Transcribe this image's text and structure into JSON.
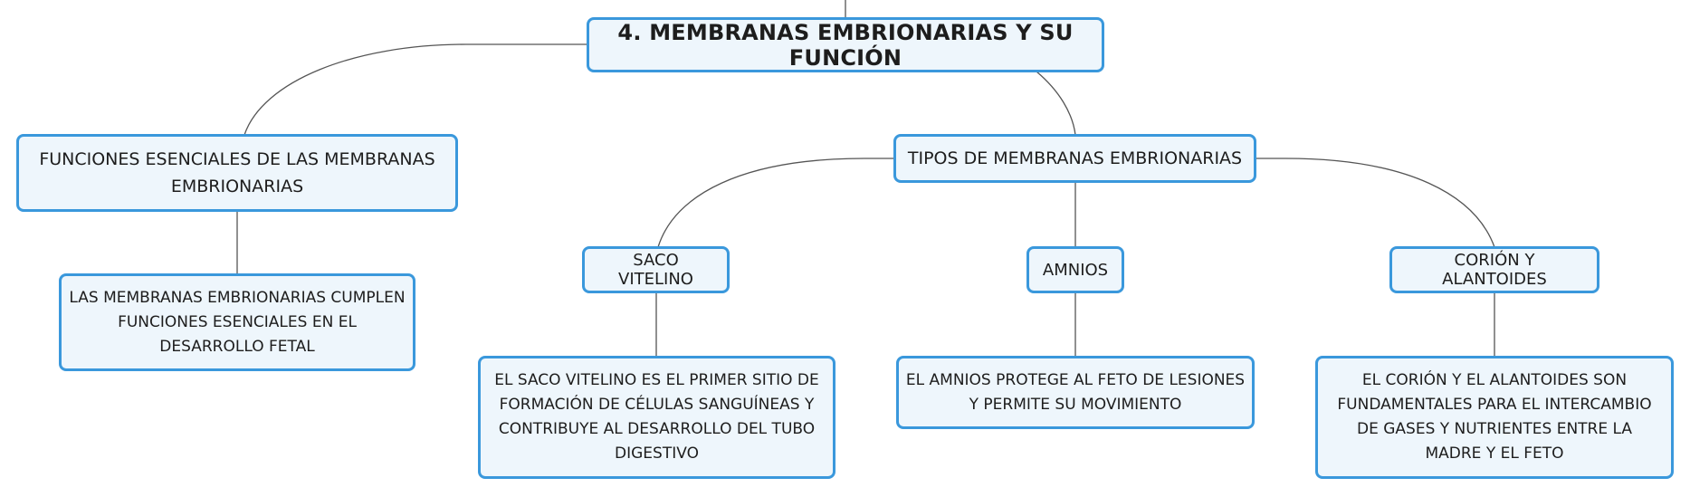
{
  "colors": {
    "node_fill": "#eef6fc",
    "node_border": "#3a98dc",
    "connector": "#555555",
    "text": "#1d1d1d"
  },
  "root": {
    "label": "4. MEMBRANAS EMBRIONARIAS Y SU FUNCIÓN"
  },
  "functions": {
    "label": "FUNCIONES ESENCIALES DE LAS MEMBRANAS EMBRIONARIAS",
    "detail": "LAS MEMBRANAS EMBRIONARIAS CUMPLEN FUNCIONES ESENCIALES EN EL DESARROLLO FETAL"
  },
  "types": {
    "label": "TIPOS DE MEMBRANAS EMBRIONARIAS",
    "items": [
      {
        "label": "SACO VITELINO",
        "detail": "EL SACO VITELINO ES EL PRIMER SITIO DE FORMACIÓN DE CÉLULAS SANGUÍNEAS Y CONTRIBUYE AL DESARROLLO DEL TUBO DIGESTIVO"
      },
      {
        "label": "AMNIOS",
        "detail": "EL AMNIOS PROTEGE AL FETO DE LESIONES Y PERMITE SU MOVIMIENTO"
      },
      {
        "label": "CORIÓN Y ALANTOIDES",
        "detail": "EL CORIÓN Y EL ALANTOIDES SON FUNDAMENTALES PARA EL INTERCAMBIO DE GASES Y NUTRIENTES ENTRE LA MADRE Y EL FETO"
      }
    ]
  }
}
